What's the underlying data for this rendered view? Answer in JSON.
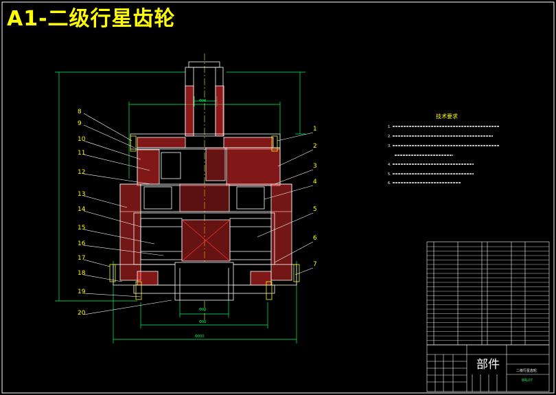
{
  "title": "A1-二级行星齿轮",
  "colors": {
    "background": "#000000",
    "frame": "#ffffff",
    "title": "#ffff00",
    "drawing": "#ffffff",
    "hatch": "#ff3030",
    "dimension": "#00ff66",
    "center": "#ffff00",
    "wire": "#3a7bff"
  },
  "tech": {
    "heading": "技术要求"
  },
  "callouts_left": [
    "8",
    "9",
    "10",
    "11",
    "12",
    "13",
    "14",
    "15",
    "16",
    "17",
    "18",
    "19",
    "20"
  ],
  "callouts_right": [
    "1",
    "2",
    "3",
    "4",
    "5",
    "6",
    "7"
  ],
  "title_block": {
    "large_label": "部件",
    "line1": "二级行星齿轮",
    "line2": "BRL07"
  }
}
